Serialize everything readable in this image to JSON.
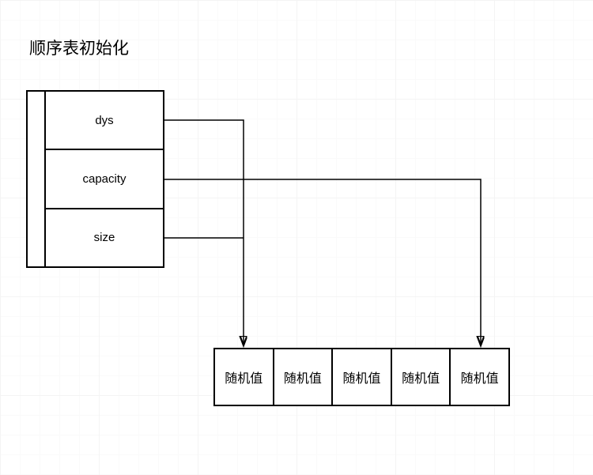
{
  "title": "顺序表初始化",
  "struct": {
    "fields": [
      {
        "label": "dys"
      },
      {
        "label": "capacity"
      },
      {
        "label": "size"
      }
    ]
  },
  "array": {
    "cells": [
      "随机值",
      "随机值",
      "随机值",
      "随机值",
      "随机值"
    ]
  },
  "colors": {
    "line": "#000000",
    "text": "#000000",
    "background": "#ffffff",
    "grid": "#f4f4f4"
  }
}
